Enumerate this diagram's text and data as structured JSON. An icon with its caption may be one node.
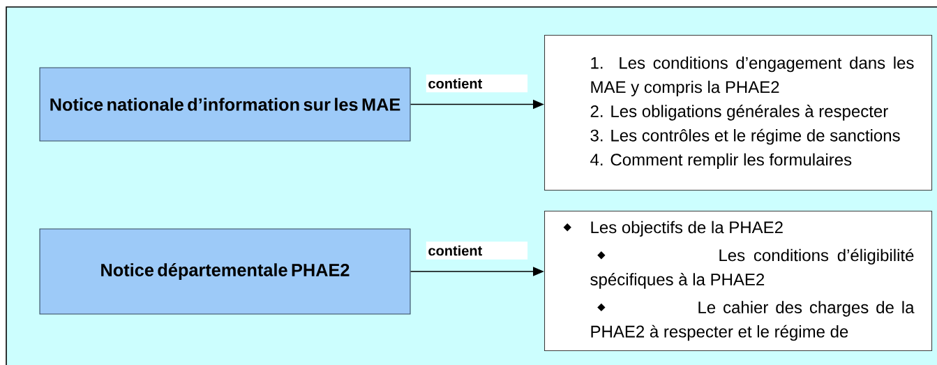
{
  "diagram": {
    "nodes": [
      {
        "text": [
          "Notice nationale d’information sur les MAE"
        ]
      },
      {
        "text": [
          "1. Les conditions d’engagement dans les MAE y compris la PHAE2",
          "2. Les obligations générales à respecter",
          "3. Les contrôles et le régime de sanctions",
          "4. Comment remplir les formulaires"
        ]
      },
      {
        "text": [
          "Notice départementale PHAE2"
        ]
      },
      {
        "text": [
          "Les objectifs de la PHAE2",
          "Les conditions d’éligibilité spécifiques à la PHAE2",
          "Le cahier des charges de la PHAE2 à respecter et le régime de"
        ]
      }
    ],
    "edges": [
      {
        "from": 0,
        "to": 1,
        "arrow": "to",
        "label": "contient"
      },
      {
        "from": 2,
        "to": 3,
        "arrow": "to",
        "label": "contient"
      }
    ]
  }
}
